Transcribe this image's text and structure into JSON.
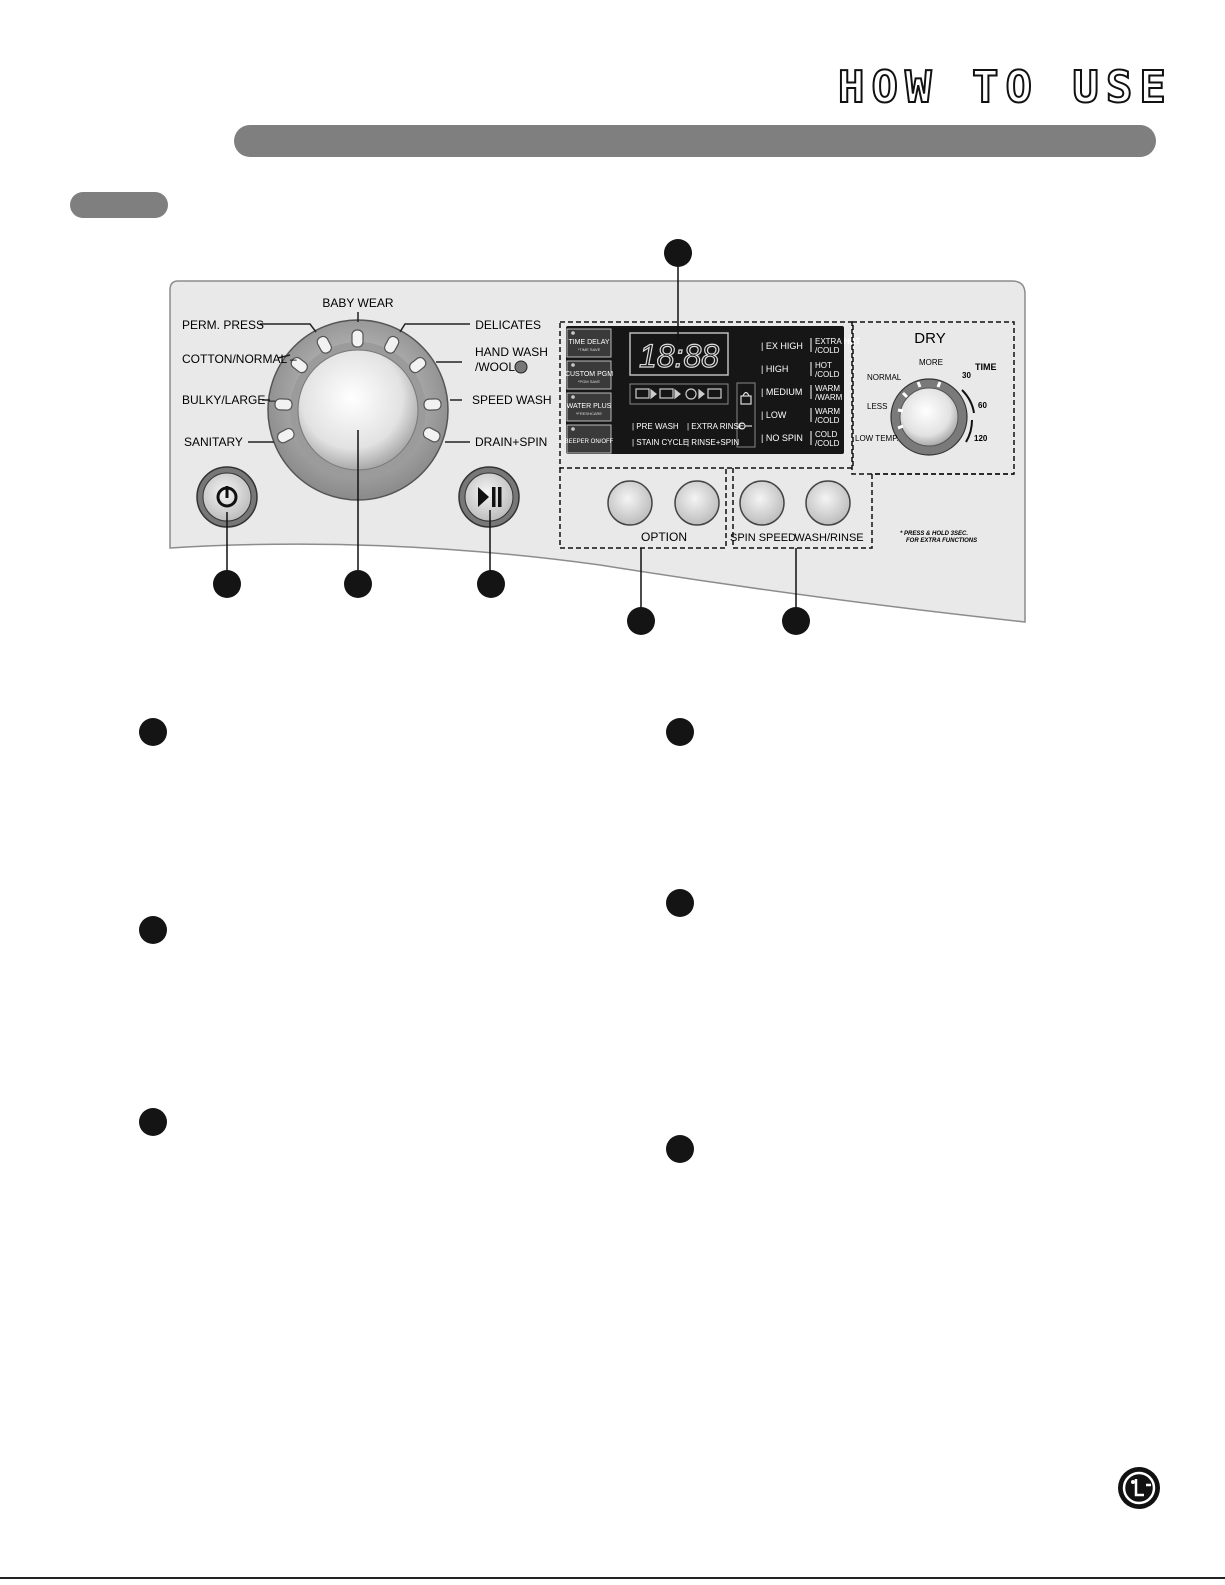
{
  "page": {
    "title": "HOW TO USE"
  },
  "program_dial": {
    "labels": {
      "baby_wear": "BABY WEAR",
      "perm_press": "PERM. PRESS",
      "delicates": "DELICATES",
      "cotton_normal": "COTTON/NORMAL –",
      "hand_wash_1": "HAND WASH",
      "hand_wash_2": "/WOOL",
      "bulky_large": "BULKY/LARGE –",
      "speed_wash": "SPEED WASH",
      "sanitary": "SANITARY",
      "drain_spin": "DRAIN+SPIN"
    }
  },
  "cycle_buttons": {
    "time_delay": "TIME DELAY",
    "time_delay_sub": "*TIME SAVE",
    "custom_pgm": "CUSTOM PGM",
    "custom_pgm_sub": "*PGM SAVE",
    "water_plus": "WATER PLUS",
    "water_plus_sub": "*FRESHCARE",
    "beeper": "BEEPER ON/OFF"
  },
  "display": {
    "time": "18:88",
    "options": {
      "pre_wash": "| PRE WASH",
      "extra_rinse": "| EXTRA RINSE",
      "stain_cycle": "| STAIN CYCLE",
      "rinse_spin": "| RINSE+SPIN"
    },
    "spin": {
      "ex_high": "| EX HIGH",
      "high": "| HIGH",
      "medium": "| MEDIUM",
      "low": "| LOW",
      "no_spin": "| NO SPIN"
    },
    "temps": {
      "t1a": "EXTRA HOT",
      "t1b": "/COLD",
      "t2a": "HOT",
      "t2b": "/COLD",
      "t3a": "WARM",
      "t3b": "/WARM",
      "t4a": "WARM",
      "t4b": "/COLD",
      "t5a": "COLD",
      "t5b": "/COLD"
    }
  },
  "dry_dial": {
    "title": "DRY",
    "more": "MORE",
    "normal": "NORMAL",
    "less": "LESS",
    "low_temp": "LOW TEMP.",
    "time": "TIME",
    "t30": "30",
    "t60": "60",
    "t120": "120"
  },
  "buttons": {
    "option": "OPTION",
    "spin_speed": "SPIN SPEED",
    "wash_rinse": "WASH/RINSE"
  },
  "note": {
    "line1": "* PRESS & HOLD 3SEC.",
    "line2": "FOR EXTRA FUNCTIONS"
  },
  "brand": {
    "logo": "lg-logo"
  }
}
